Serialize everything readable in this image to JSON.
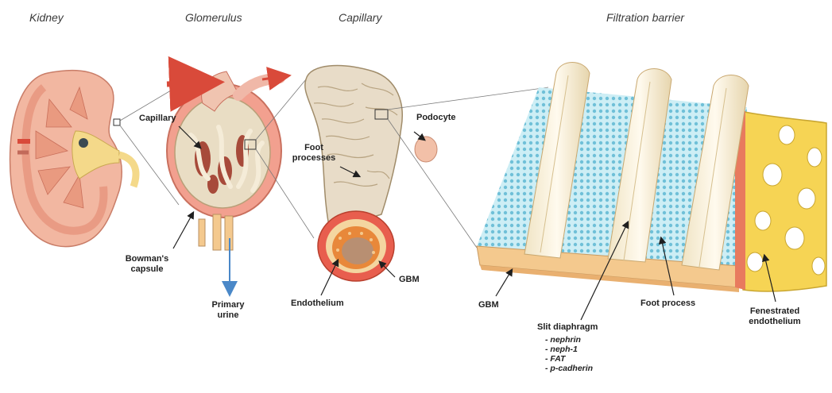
{
  "headings": {
    "kidney": "Kidney",
    "glomerulus": "Glomerulus",
    "capillary": "Capillary",
    "filtration_barrier": "Filtration barrier"
  },
  "labels": {
    "capillary": "Capillary",
    "bowmans_capsule_line1": "Bowman's",
    "bowmans_capsule_line2": "capsule",
    "primary_urine_line1": "Primary",
    "primary_urine_line2": "urine",
    "foot_processes_line1": "Foot",
    "foot_processes_line2": "processes",
    "podocyte": "Podocyte",
    "endothelium": "Endothelium",
    "gbm_capillary": "GBM",
    "gbm_barrier": "GBM",
    "slit_diaphragm": "Slit diaphragm",
    "foot_process": "Foot process",
    "fenestrated_endothelium_line1": "Fenestrated",
    "fenestrated_endothelium_line2": "endothelium"
  },
  "slit_diaphragm_components": [
    "- nephrin",
    "- neph-1",
    "- FAT",
    "- p-cadherin"
  ],
  "colors": {
    "kidney": "#f2b7a1",
    "cortex": "#e99a80",
    "pelvis": "#f4d98a",
    "capillary_wall": "#e8dcc8",
    "gbm": "#f4c98e",
    "endothelium": "#e8883a",
    "slit_pores": "#a8dcea",
    "arrow_red": "#d94a3a",
    "arrow_blue": "#4a88c8"
  }
}
